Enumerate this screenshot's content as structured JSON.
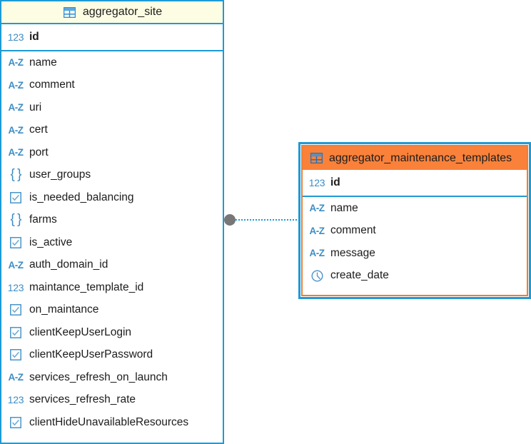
{
  "diagram": {
    "type": "er-diagram",
    "background_color": "#ffffff",
    "relationship": {
      "from_table": "aggregator_site",
      "from_column": "maintance_template_id",
      "to_table": "aggregator_maintenance_templates",
      "to_column": "id",
      "line_style": "dotted",
      "line_color": "#1e9ad6",
      "endpoint_marker": "filled-circle",
      "endpoint_color": "#777777"
    }
  },
  "tables": [
    {
      "name": "aggregator_site",
      "icon": "table-icon",
      "header_background": "#fdfde4",
      "border_color": "#1e9ad6",
      "selected": false,
      "title_align": "center",
      "primary_keys": [
        {
          "name": "id",
          "type_icon": "number-icon",
          "type_label": "123",
          "is_key": true
        }
      ],
      "columns": [
        {
          "name": "name",
          "type_icon": "text-icon",
          "type_label": "A-Z"
        },
        {
          "name": "comment",
          "type_icon": "text-icon",
          "type_label": "A-Z"
        },
        {
          "name": "uri",
          "type_icon": "text-icon",
          "type_label": "A-Z"
        },
        {
          "name": "cert",
          "type_icon": "text-icon",
          "type_label": "A-Z"
        },
        {
          "name": "port",
          "type_icon": "text-icon",
          "type_label": "A-Z"
        },
        {
          "name": "user_groups",
          "type_icon": "json-icon",
          "type_label": "{ }"
        },
        {
          "name": "is_needed_balancing",
          "type_icon": "boolean-icon",
          "type_label": "checkbox"
        },
        {
          "name": "farms",
          "type_icon": "json-icon",
          "type_label": "{ }"
        },
        {
          "name": "is_active",
          "type_icon": "boolean-icon",
          "type_label": "checkbox"
        },
        {
          "name": "auth_domain_id",
          "type_icon": "text-icon",
          "type_label": "A-Z"
        },
        {
          "name": "maintance_template_id",
          "type_icon": "number-icon",
          "type_label": "123"
        },
        {
          "name": "on_maintance",
          "type_icon": "boolean-icon",
          "type_label": "checkbox"
        },
        {
          "name": "clientKeepUserLogin",
          "type_icon": "boolean-icon",
          "type_label": "checkbox"
        },
        {
          "name": "clientKeepUserPassword",
          "type_icon": "boolean-icon",
          "type_label": "checkbox"
        },
        {
          "name": "services_refresh_on_launch",
          "type_icon": "text-icon",
          "type_label": "A-Z"
        },
        {
          "name": "services_refresh_rate",
          "type_icon": "number-icon",
          "type_label": "123"
        },
        {
          "name": "clientHideUnavailableResources",
          "type_icon": "boolean-icon",
          "type_label": "checkbox"
        }
      ]
    },
    {
      "name": "aggregator_maintenance_templates",
      "icon": "table-icon",
      "header_background": "#f9813a",
      "border_color": "#f47b2a",
      "selection_color": "#1e9ad6",
      "selected": true,
      "title_align": "left",
      "primary_keys": [
        {
          "name": "id",
          "type_icon": "number-icon",
          "type_label": "123",
          "is_key": true
        }
      ],
      "columns": [
        {
          "name": "name",
          "type_icon": "text-icon",
          "type_label": "A-Z"
        },
        {
          "name": "comment",
          "type_icon": "text-icon",
          "type_label": "A-Z"
        },
        {
          "name": "message",
          "type_icon": "text-icon",
          "type_label": "A-Z"
        },
        {
          "name": "create_date",
          "type_icon": "datetime-icon",
          "type_label": "clock"
        }
      ]
    }
  ]
}
